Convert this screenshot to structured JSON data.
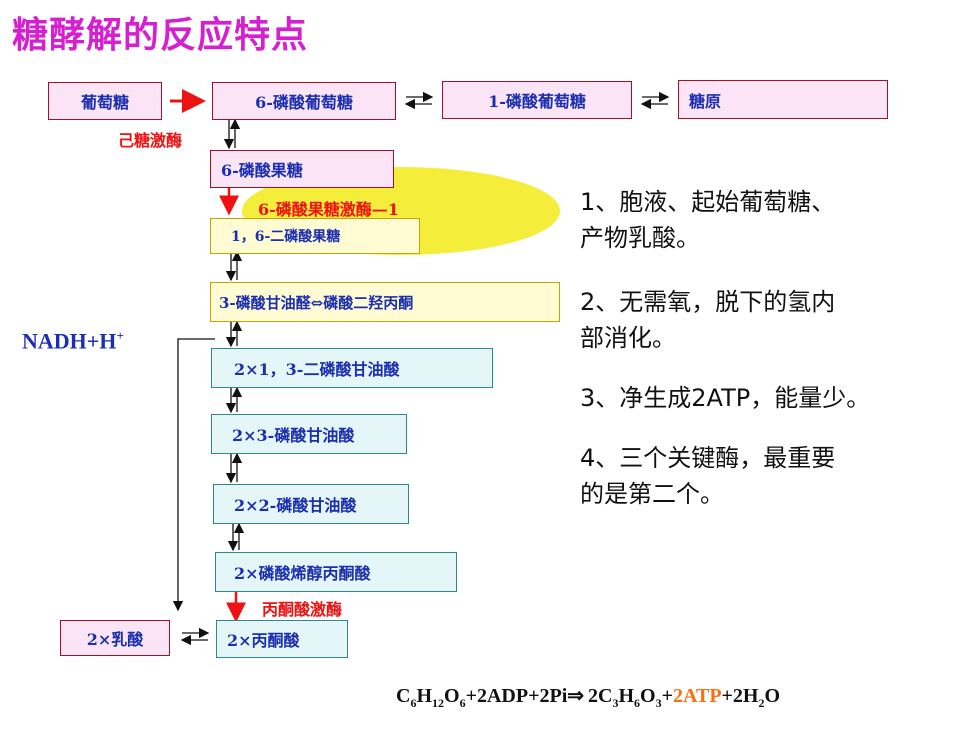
{
  "title": "糖酵解的反应特点",
  "boxes": {
    "glucose": "葡萄糖",
    "g6p": "6-磷酸葡萄糖",
    "g1p": "1-磷酸葡萄糖",
    "glycogen": "糖原",
    "f6p": "6-磷酸果糖",
    "f16bp": "1，6-二磷酸果糖",
    "triose": "3-磷酸甘油醛⇔磷酸二羟丙酮",
    "bpg13": "2×1，3-二磷酸甘油酸",
    "pg3": "2×3-磷酸甘油酸",
    "pg2": "2×2-磷酸甘油酸",
    "pep": "2×磷酸烯醇丙酮酸",
    "lactate": "2×乳酸",
    "pyruvate": "2×丙酮酸"
  },
  "enzymes": {
    "hexokinase": "己糖激酶",
    "pfk1": "6-磷酸果糖激酶—1",
    "pyruvate_kinase": "丙酮酸激酶"
  },
  "nadh": {
    "base": "NADH+H",
    "sup": "+"
  },
  "points": [
    {
      "lines": [
        "1、胞液、起始葡萄糖、",
        "产物乳酸。"
      ]
    },
    {
      "lines": [
        "2、无需氧，脱下的氢内",
        "部消化。"
      ]
    },
    {
      "lines": [
        "3、净生成2ATP，能量少。"
      ]
    },
    {
      "lines": [
        "4、三个关键酶，最重要",
        "的是第二个。"
      ]
    }
  ],
  "equation": {
    "reactant": "C",
    "sub6": "6",
    "h": "H",
    "sub12": "12",
    "o": "O",
    "sub6b": "6",
    "plus_adp": "+2ADP+2Pi",
    "arrow": "⇒",
    "product_prefix": "2C",
    "sub3": "3",
    "h2": "H",
    "sub6c": "6",
    "o2": "O",
    "sub3b": "3",
    "plus": "+",
    "atp": "2ATP",
    "plus_water": "+2H",
    "sub2": "2",
    "o3": "O"
  },
  "colors": {
    "title": "#d61fd0",
    "box_text": "#1b2fb0",
    "enzyme": "#ee1212",
    "atp": "#ff6d0d",
    "ellipse": "#f4ee3b"
  }
}
